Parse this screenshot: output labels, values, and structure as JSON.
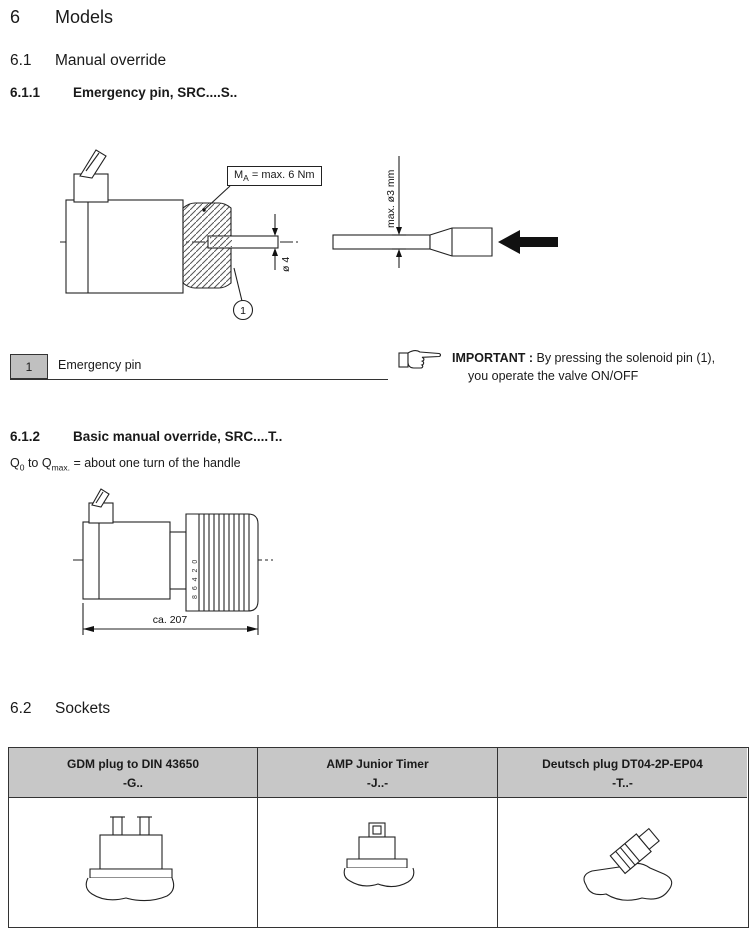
{
  "headings": {
    "s6": {
      "num": "6",
      "title": "Models"
    },
    "s61": {
      "num": "6.1",
      "title": "Manual override"
    },
    "s611": {
      "num": "6.1.1",
      "title": "Emergency pin, SRC....S.."
    },
    "s612": {
      "num": "6.1.2",
      "title": "Basic manual override, SRC....T.."
    },
    "s62": {
      "num": "6.2",
      "title": "Sockets"
    }
  },
  "fig_emergency_pin": {
    "torque_label": {
      "base": "M",
      "sub": "A",
      "rest": " = max. 6 Nm"
    },
    "pin_dia": "ø 4",
    "max_dia": "max. ø3 mm",
    "callout_1": "1"
  },
  "legend": {
    "num": "1",
    "label": "Emergency pin"
  },
  "important_note": {
    "keyword": "IMPORTANT :",
    "line1": "By pressing the solenoid pin (1),",
    "line2": "you operate the valve ON/OFF"
  },
  "handle_note": {
    "p1": "Q",
    "sub1": "0",
    "p2": " to Q",
    "sub2": "max.",
    "p3": " = about one turn of the handle"
  },
  "fig_handle": {
    "dim": "ca. 207",
    "knob_scale": "8 6 4 2 0"
  },
  "sockets_table": {
    "columns": [
      {
        "title": "GDM plug to DIN 43650",
        "code": "-G.."
      },
      {
        "title": "AMP Junior Timer",
        "code": "-J..-"
      },
      {
        "title": "Deutsch plug DT04-2P-EP04",
        "code": "-T..-"
      }
    ]
  },
  "colors": {
    "table_header_bg": "#c7c7c7",
    "legend_num_bg": "#c0c0c0",
    "text": "#1a1a1a"
  }
}
